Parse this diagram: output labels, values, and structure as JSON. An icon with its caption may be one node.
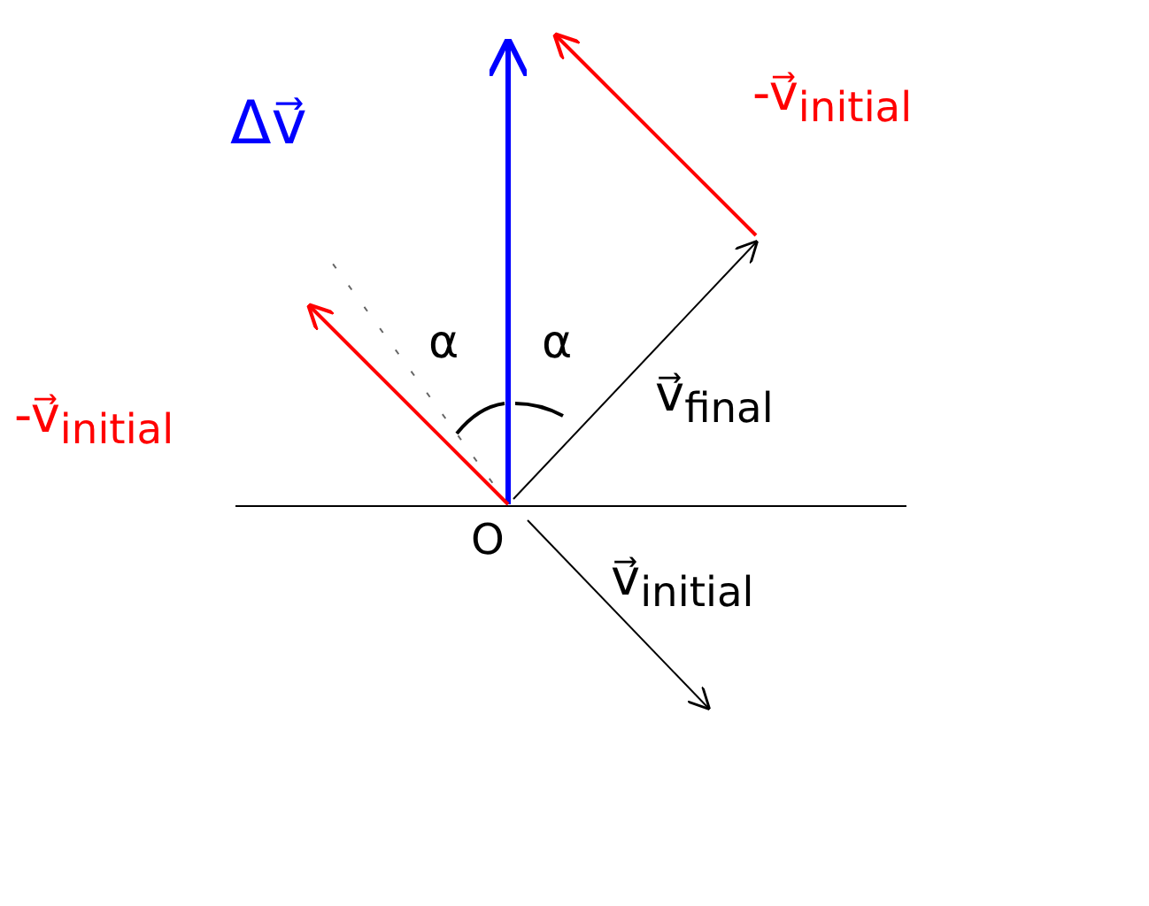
{
  "diagram": {
    "labels": [
      "Δv⃗",
      "-v⃗$_{initial}$",
      "α",
      "α",
      "v⃗$_{final}$",
      "-v⃗$_{initial}$",
      "O",
      "v⃗$_{initial}$"
    ]
  }
}
